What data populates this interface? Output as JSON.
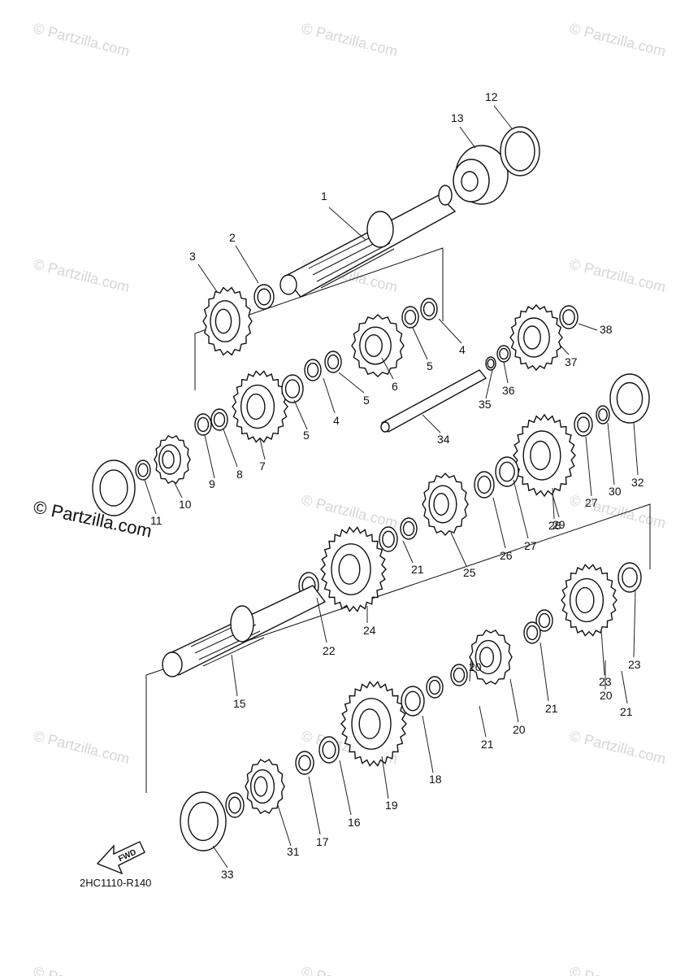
{
  "watermark": {
    "text": "© Partzilla.com",
    "corner_text": "© Partzilla.com"
  },
  "diagram_code": "2HC1110-R140",
  "fwd_label": "FWD",
  "callouts": [
    "1",
    "2",
    "3",
    "4",
    "5",
    "4",
    "5",
    "6",
    "5",
    "7",
    "8",
    "9",
    "10",
    "11",
    "12",
    "13",
    "20",
    "21",
    "21",
    "21",
    "20",
    "20",
    "21",
    "22",
    "23",
    "23",
    "24",
    "25",
    "26",
    "27",
    "27",
    "28",
    "29",
    "30",
    "31",
    "32",
    "33",
    "34",
    "35",
    "36",
    "37",
    "38",
    "15",
    "16",
    "17",
    "18",
    "19"
  ]
}
